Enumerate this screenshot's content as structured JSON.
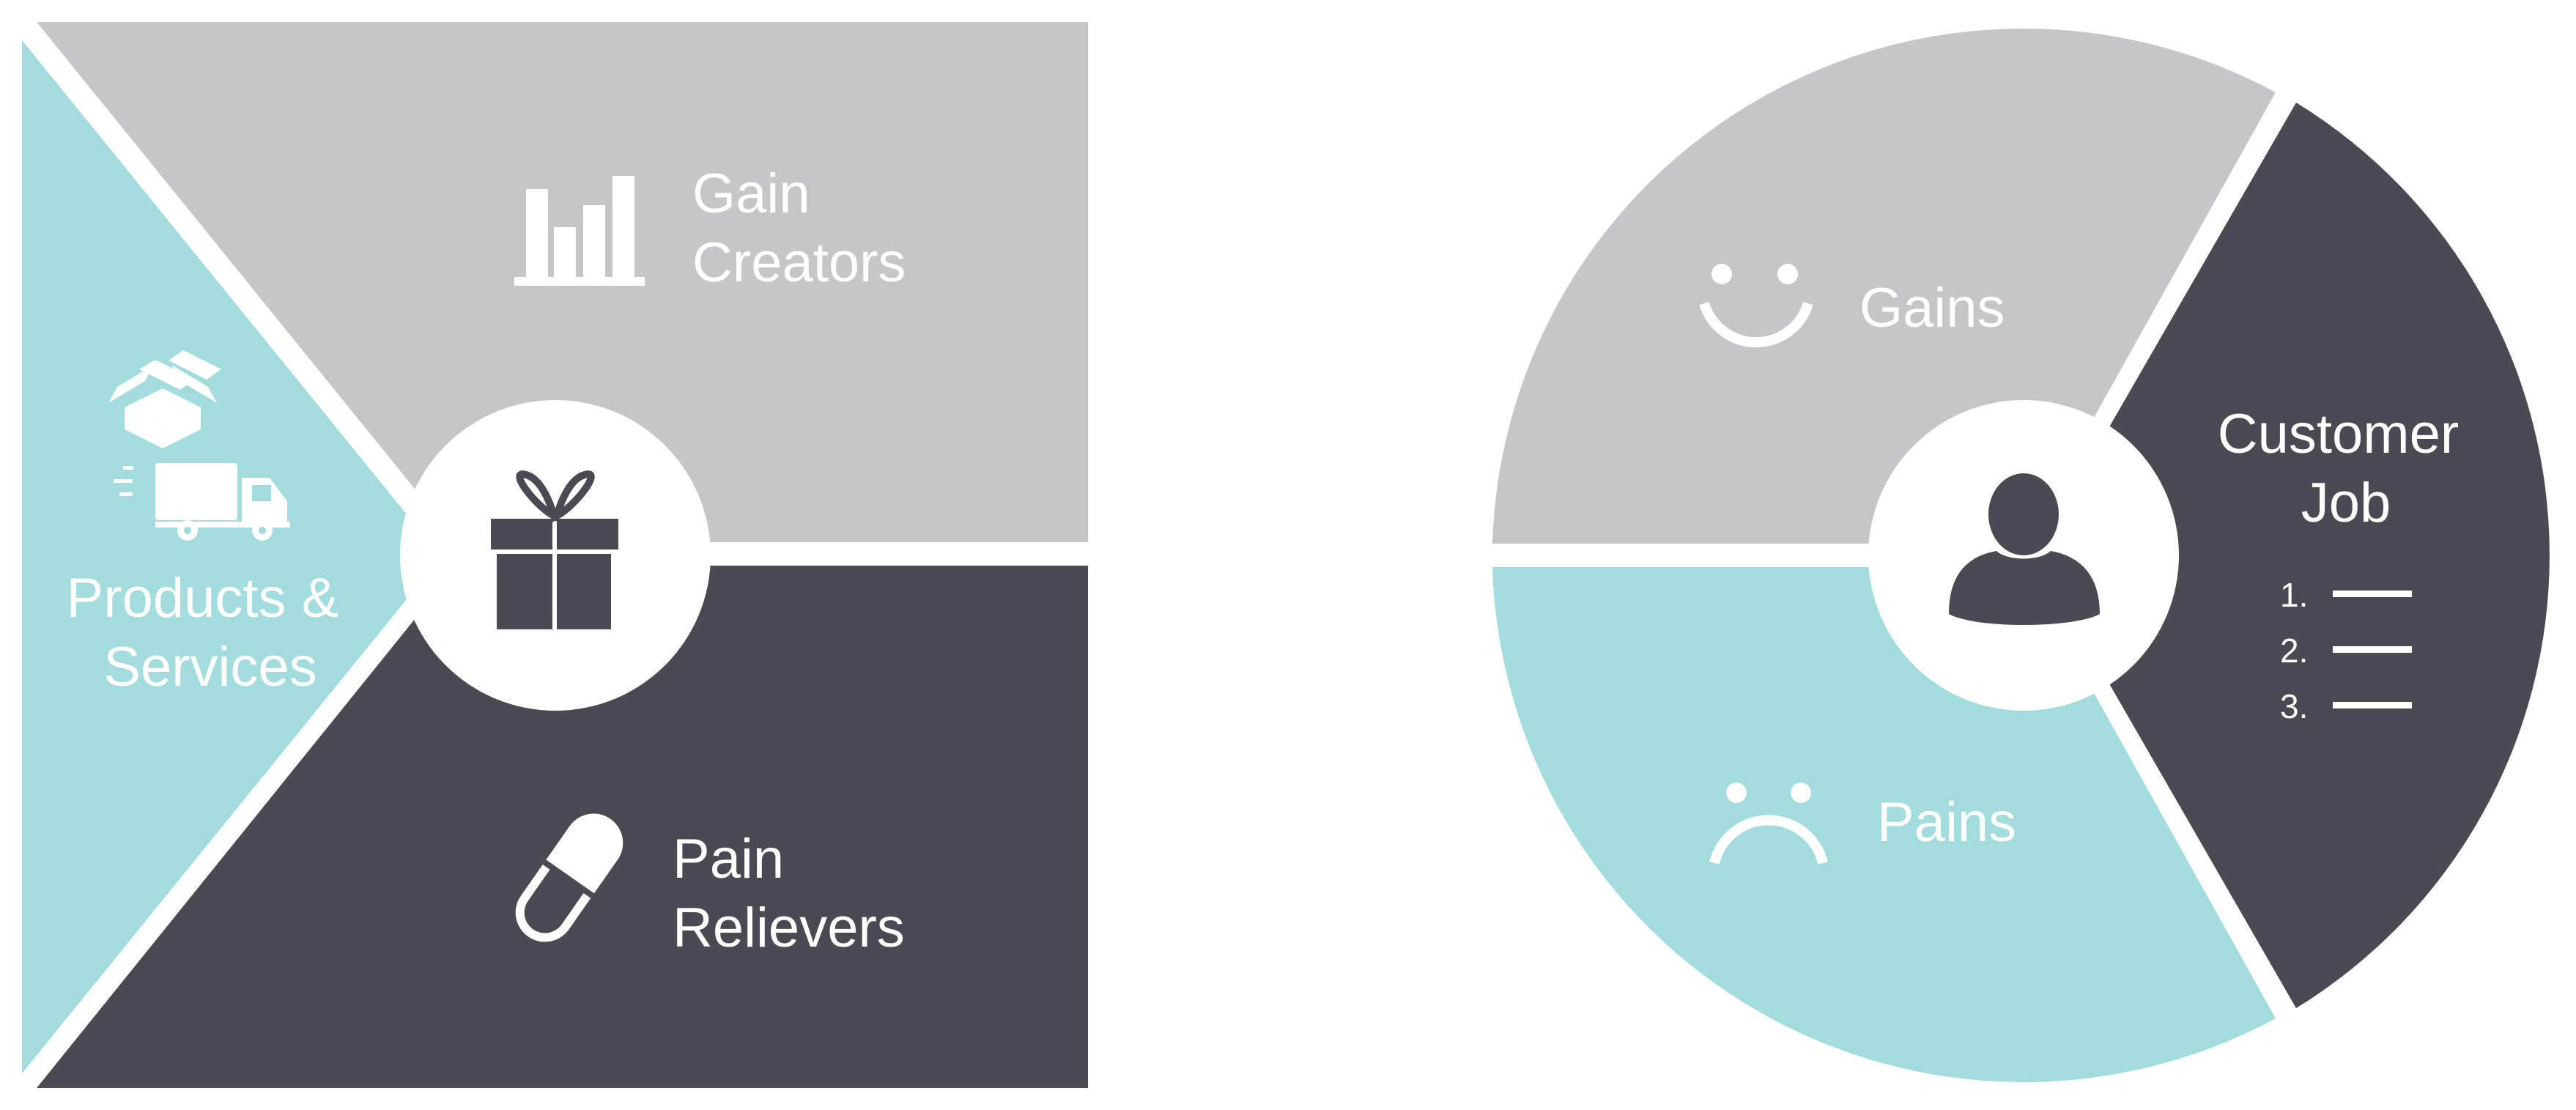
{
  "colors": {
    "teal": "#a3dcdc",
    "gray": "#c6c6c8",
    "dark": "#4a4a53",
    "white": "#ffffff"
  },
  "value_map": {
    "gain_creators": {
      "lines": [
        "Gain",
        "Creators"
      ],
      "icon": "bar-chart-icon"
    },
    "products_services": {
      "lines": [
        "Products &",
        "Services"
      ],
      "icons": [
        "open-box-icon",
        "delivery-truck-icon"
      ]
    },
    "pain_relievers": {
      "lines": [
        "Pain",
        "Relievers"
      ],
      "icon": "pill-capsule-icon"
    },
    "center_icon": "gift-icon"
  },
  "customer_profile": {
    "gains": {
      "label": "Gains",
      "icon": "smiley-face-icon"
    },
    "pains": {
      "label": "Pains",
      "icon": "sad-face-icon"
    },
    "customer_job": {
      "lines": [
        "Customer",
        "Job"
      ],
      "list_numbers": [
        "1.",
        "2.",
        "3."
      ]
    },
    "center_icon": "person-icon"
  }
}
